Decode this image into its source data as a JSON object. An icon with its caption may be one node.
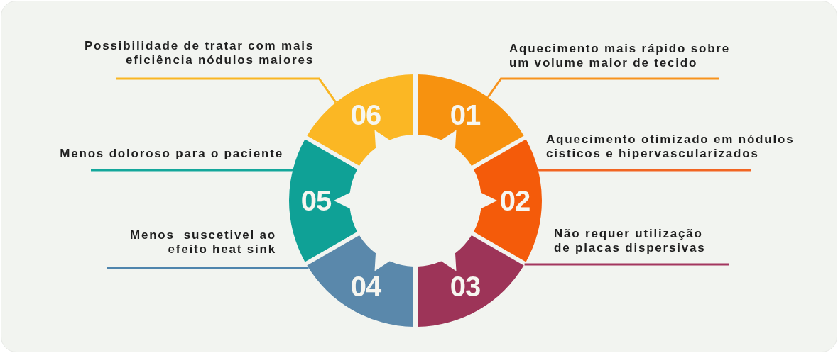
{
  "diagram": {
    "nodes": [
      {
        "text": [
          "01"
        ]
      },
      {
        "text": [
          "02"
        ]
      },
      {
        "text": [
          "03"
        ]
      },
      {
        "text": [
          "04"
        ]
      },
      {
        "text": [
          "05"
        ]
      },
      {
        "text": [
          "06"
        ]
      },
      {
        "text": [
          "Aquecimento mais rápido sobre um volume maior de tecido"
        ]
      },
      {
        "text": [
          "Aquecimento otimizado em nódulos cisticos e hipervascularizados"
        ]
      },
      {
        "text": [
          "Não requer utilização de placas dispersivas"
        ]
      },
      {
        "text": [
          "Menos  suscetivel ao efeito heat sink"
        ]
      },
      {
        "text": [
          "Menos doloroso para o paciente"
        ]
      },
      {
        "text": [
          "Possibilidade de tratar com mais eficiência nódulos maiores"
        ]
      }
    ],
    "edges": [
      {
        "from": 6,
        "to": 0,
        "arrow": "none",
        "color": "#f7931e"
      },
      {
        "from": 7,
        "to": 1,
        "arrow": "none",
        "color": "#f26522"
      },
      {
        "from": 8,
        "to": 2,
        "arrow": "none",
        "color": "#a3365f"
      },
      {
        "from": 9,
        "to": 3,
        "arrow": "none",
        "color": "#4f85ad"
      },
      {
        "from": 10,
        "to": 4,
        "arrow": "none",
        "color": "#14a79b"
      },
      {
        "from": 11,
        "to": 5,
        "arrow": "none",
        "color": "#f9b623"
      }
    ]
  }
}
